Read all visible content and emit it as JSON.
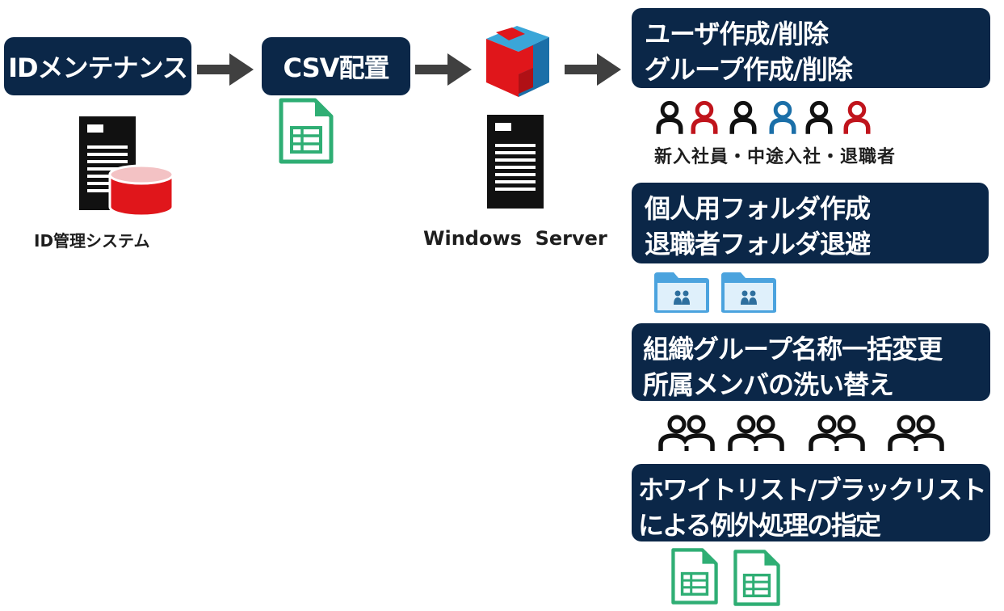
{
  "flow": {
    "step1": "IDメンテナンス",
    "step2": "CSV配置"
  },
  "labels": {
    "id_system": "ID管理システム",
    "windows_server": "Windows  Server"
  },
  "tasks": {
    "users": {
      "line1": "ユーザ作成/削除",
      "line2": "グループ作成/削除"
    },
    "user_caption": "新入社員・中途入社・退職者",
    "folders": {
      "line1": "個人用フォルダ作成",
      "line2": "退職者フォルダ退避"
    },
    "groups": {
      "line1": "組織グループ名称一括変更",
      "line2": "所属メンバの洗い替え"
    },
    "lists": {
      "line1": "ホワイトリスト/ブラックリスト",
      "line2": "による例外処理の指定"
    }
  },
  "colors": {
    "box": "#0b2748",
    "arrow": "#404040",
    "person_red": "#c0141c",
    "person_blue": "#1b6fa8",
    "sheet_green": "#2fae74",
    "folder_blue": "#4ba3de"
  },
  "icons": {
    "server": "server-tower-icon",
    "database": "database-cylinder-icon",
    "csv": "spreadsheet-file-icon",
    "cube": "puzzle-cube-icon",
    "person": "person-icon",
    "folder": "shared-folder-icon",
    "group": "group-icon"
  }
}
